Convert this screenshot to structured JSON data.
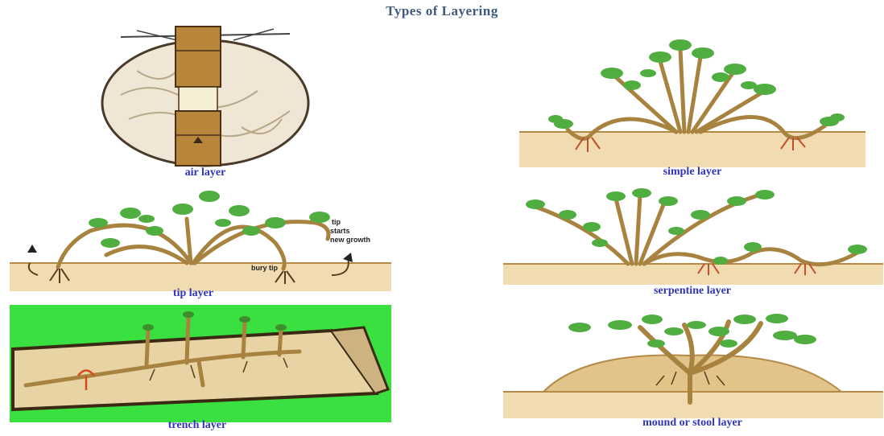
{
  "title": "Types of Layering",
  "panels": {
    "air": {
      "caption": "air layer"
    },
    "simple": {
      "caption": "simple layer"
    },
    "tip": {
      "caption": "tip layer",
      "note_tip": "tip",
      "note_starts": "starts",
      "note_new_growth": "new growth",
      "note_bury": "bury tip"
    },
    "serpentine": {
      "caption": "serpentine layer"
    },
    "trench": {
      "caption": "trench layer"
    },
    "mound": {
      "caption": "mound or stool layer"
    }
  },
  "colors": {
    "soil": "#f1dbb0",
    "soil_line": "#b58a47",
    "stem": "#b5904a",
    "leaf": "#4fae3f",
    "root": "#c0502a",
    "trench_bg": "#39e03f",
    "caption": "#2f35b8"
  }
}
